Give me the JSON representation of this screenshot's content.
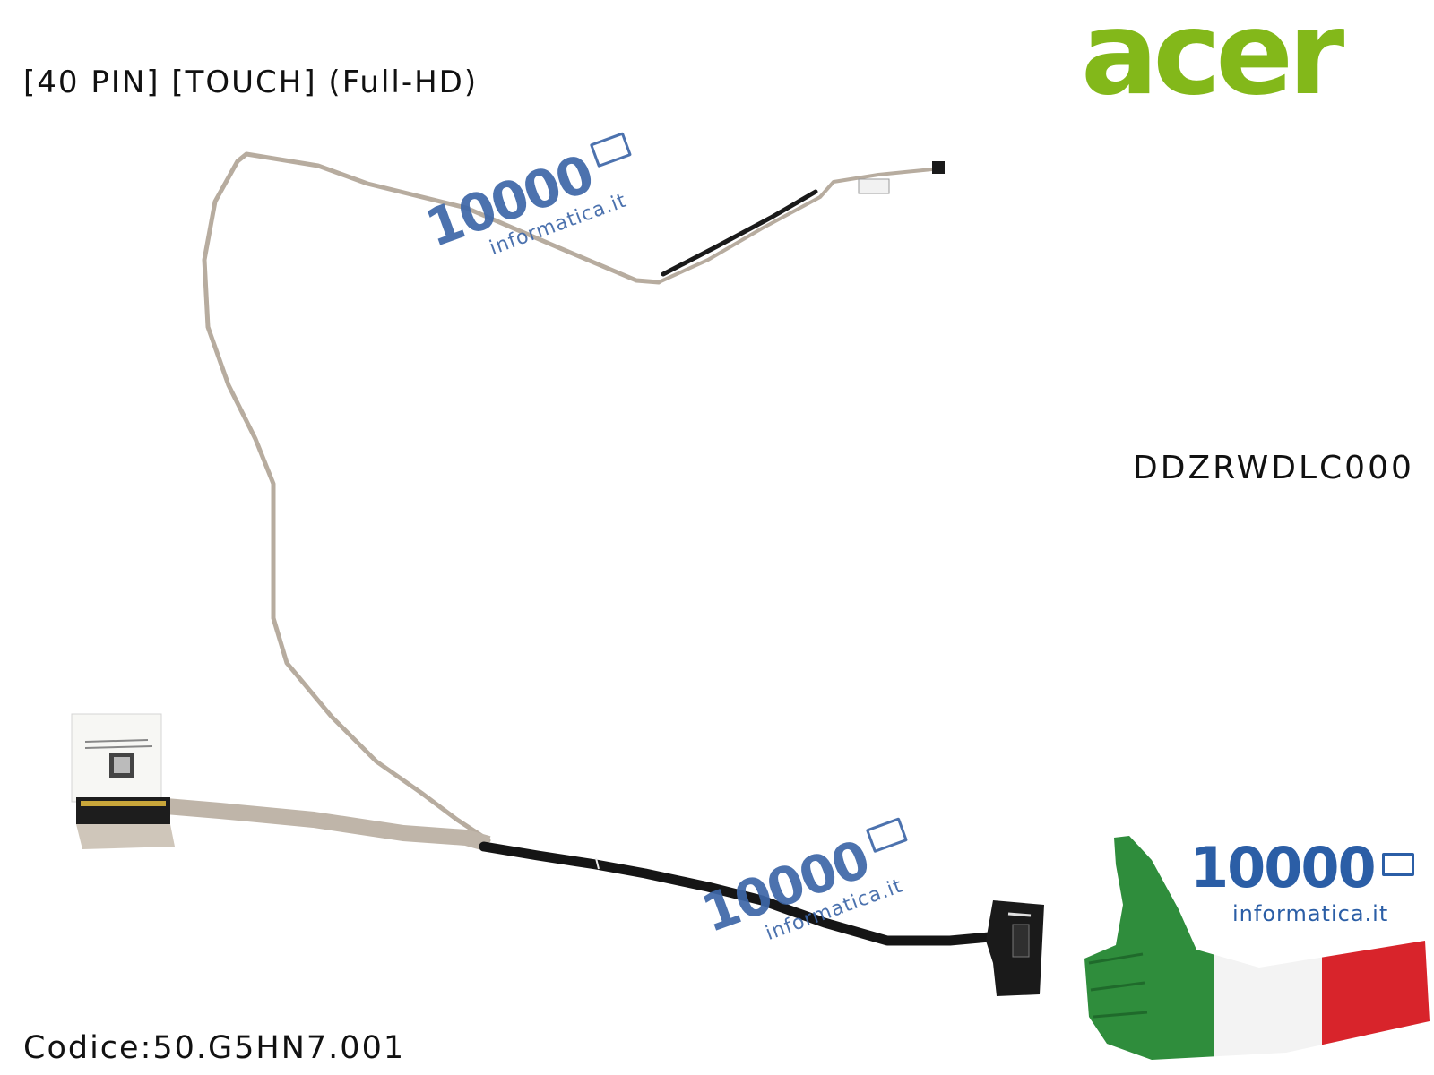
{
  "header": {
    "spec_title": "[40 PIN] [TOUCH] (Full-HD)",
    "brand": "acer"
  },
  "product": {
    "part_number": "DDZRWDLC000",
    "code": "Codice:50.G5HN7.001"
  },
  "watermark": {
    "number": "10000",
    "domain": "informatica.it"
  },
  "colors": {
    "brand_green": "#83b81a",
    "watermark_blue": "#3d67a8",
    "flag_green": "#2e8b3a",
    "flag_white": "#f4f4f4",
    "flag_red": "#d6252b",
    "cable_grey": "#b9ada0",
    "cable_black": "#151515"
  },
  "icons": {
    "watermark_icon": "laptop-icon",
    "badge_icon": "thumbs-up-icon"
  }
}
